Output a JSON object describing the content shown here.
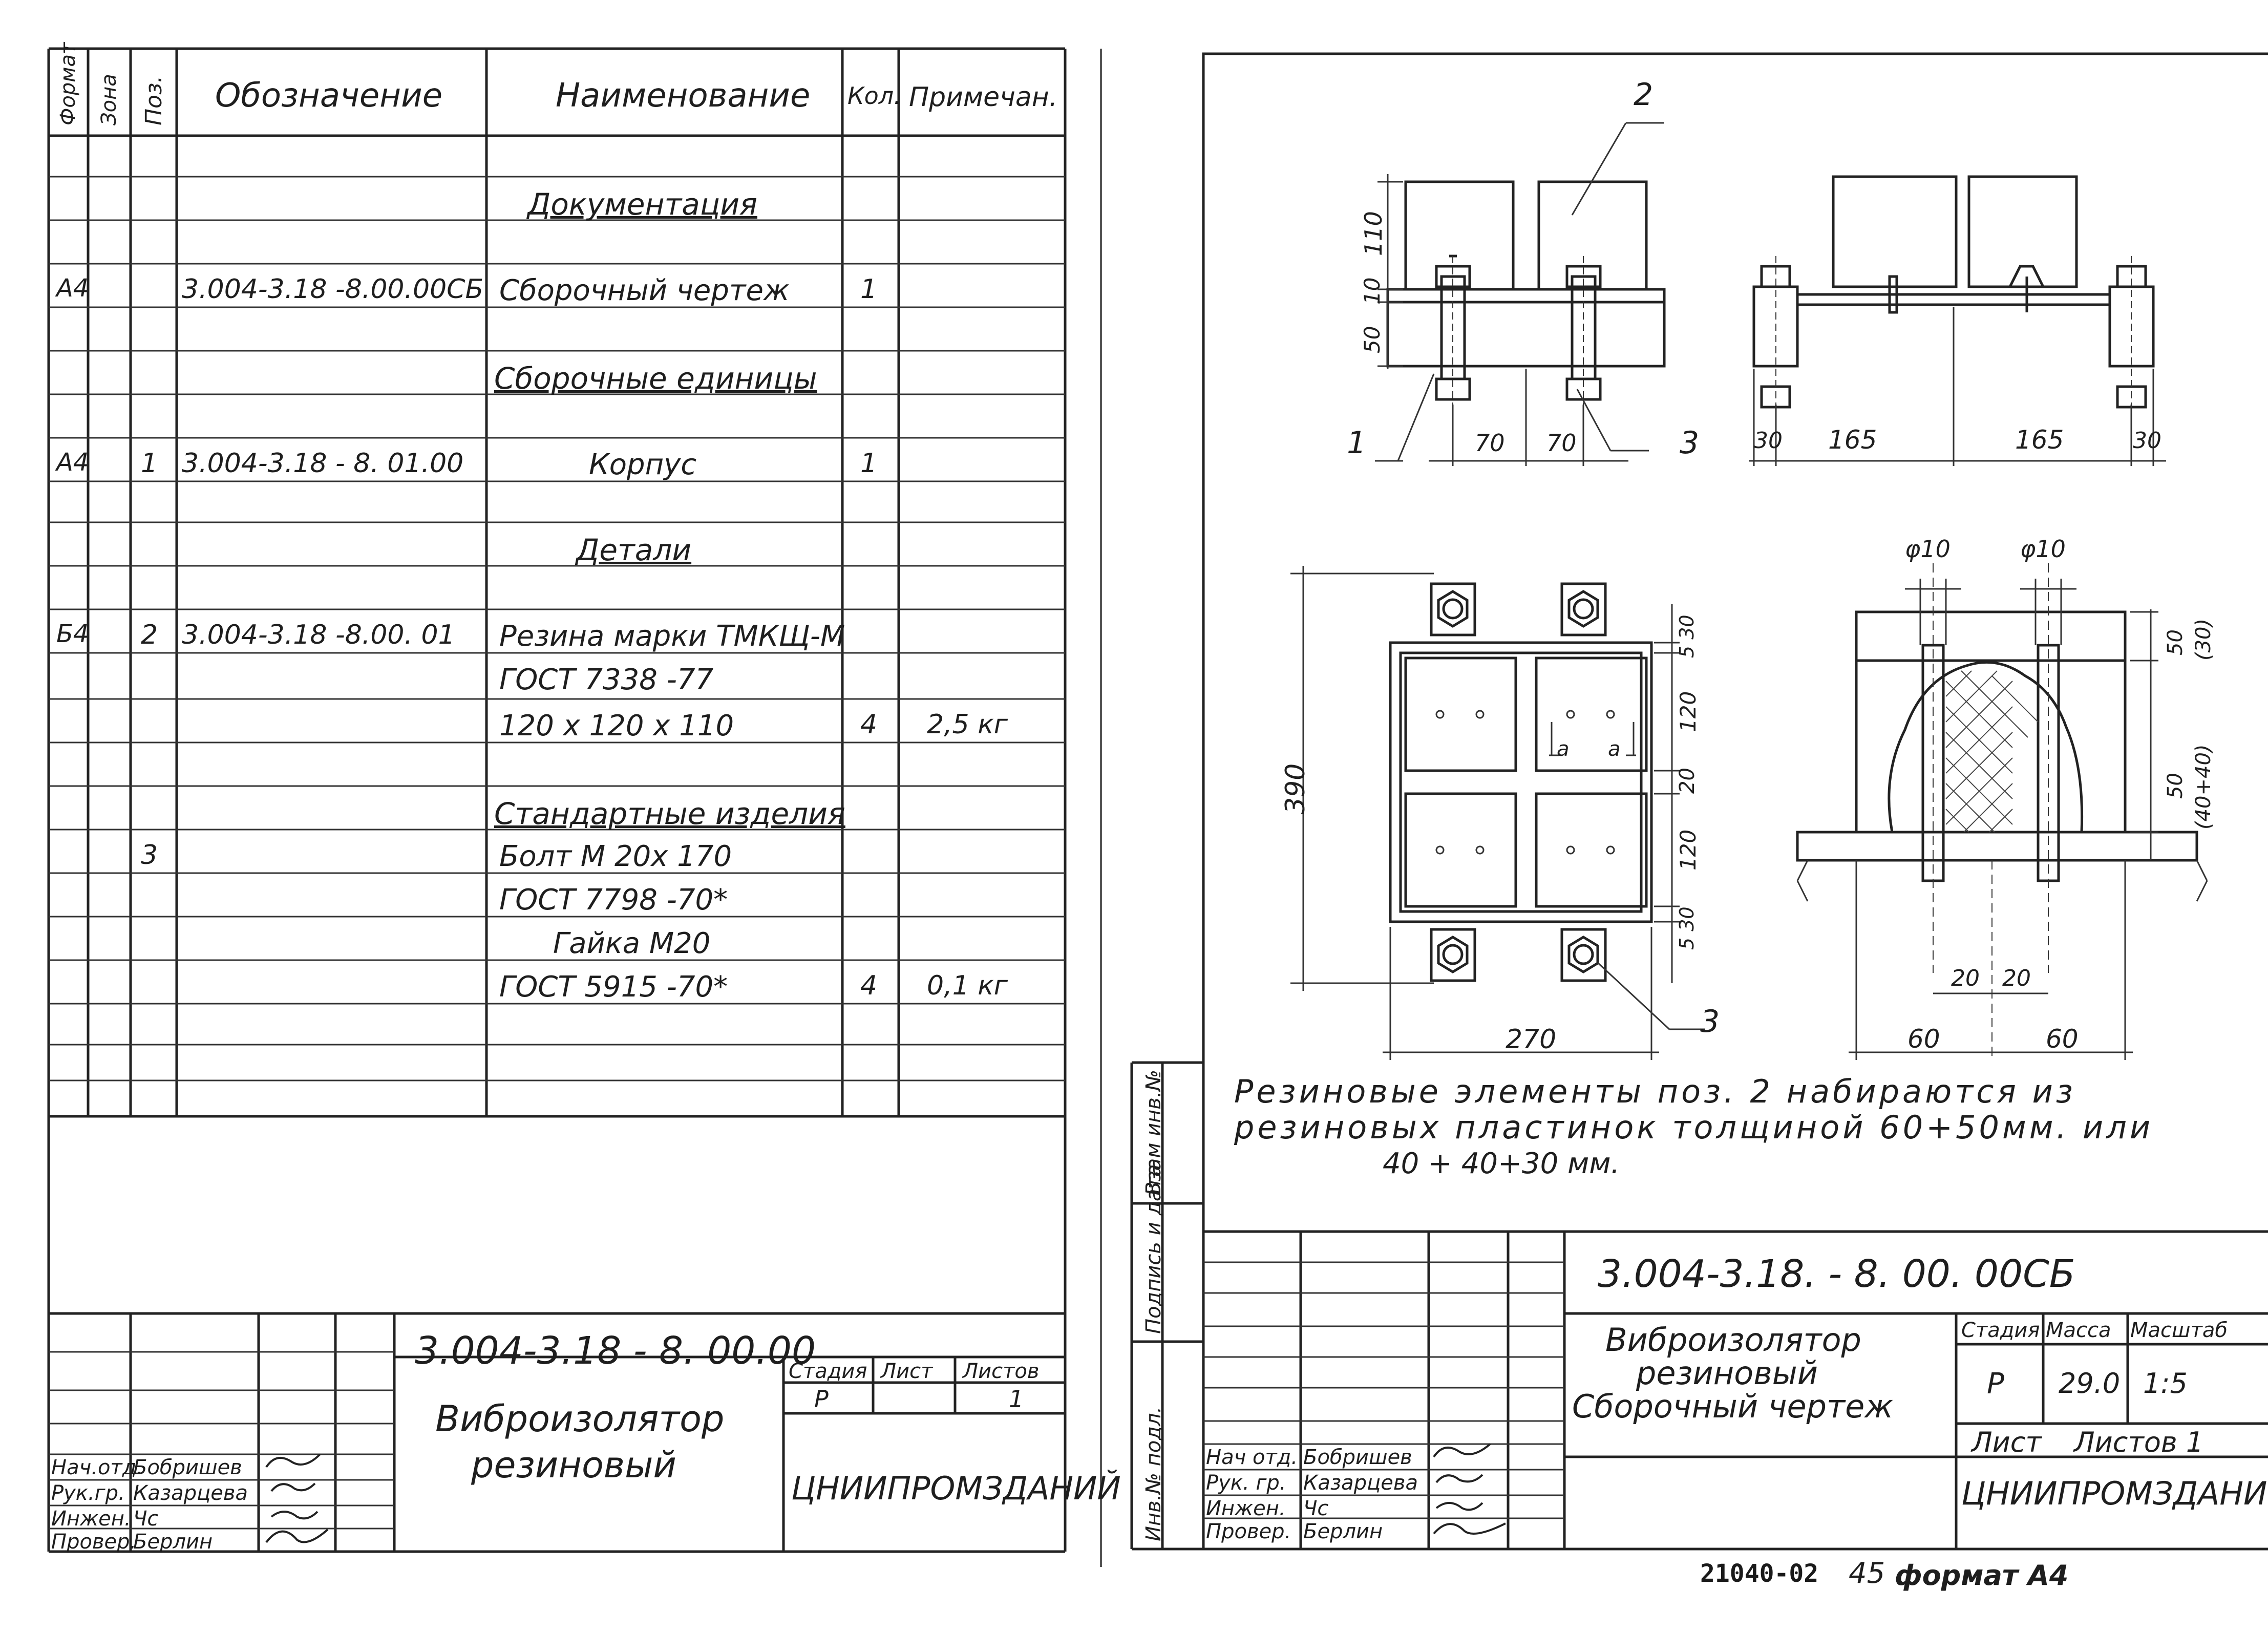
{
  "left_sheet": {
    "headers": {
      "format": "Формат",
      "zone": "Зона",
      "pos": "Поз.",
      "designation": "Обозначение",
      "name": "Наименование",
      "qty": "Кол.",
      "note": "Примечан."
    },
    "rows": [
      {
        "format": "",
        "pos": "",
        "designation": "",
        "name": "Документация",
        "qty": "",
        "note": ""
      },
      {
        "format": "А4",
        "pos": "",
        "designation": "3.004-3.18 -8.00.00СБ",
        "name": "Сборочный чертеж",
        "qty": "1",
        "note": ""
      },
      {
        "format": "",
        "pos": "",
        "designation": "",
        "name": "Сборочные единицы",
        "qty": "",
        "note": ""
      },
      {
        "format": "А4",
        "pos": "1",
        "designation": "3.004-3.18 - 8. 01.00",
        "name": "Корпус",
        "qty": "1",
        "note": ""
      },
      {
        "format": "",
        "pos": "",
        "designation": "",
        "name": "Детали",
        "qty": "",
        "note": ""
      },
      {
        "format": "Б4",
        "pos": "2",
        "designation": "3.004-3.18 -8.00. 01",
        "name": "Резина марки ТМКЩ-М",
        "qty": "",
        "note": ""
      },
      {
        "format": "",
        "pos": "",
        "designation": "",
        "name": "ГОСТ 7338 -77",
        "qty": "",
        "note": ""
      },
      {
        "format": "",
        "pos": "",
        "designation": "",
        "name": "120 х 120 х 110",
        "qty": "4",
        "note": "2,5 кг"
      },
      {
        "format": "",
        "pos": "",
        "designation": "",
        "name": "Стандартные изделия",
        "qty": "",
        "note": ""
      },
      {
        "format": "",
        "pos": "3",
        "designation": "",
        "name": "Болт М 20х 170",
        "qty": "",
        "note": ""
      },
      {
        "format": "",
        "pos": "",
        "designation": "",
        "name": "ГОСТ 7798 -70*",
        "qty": "",
        "note": ""
      },
      {
        "format": "",
        "pos": "",
        "designation": "",
        "name": "Гайка М20",
        "qty": "",
        "note": ""
      },
      {
        "format": "",
        "pos": "",
        "designation": "",
        "name": "ГОСТ 5915 -70*",
        "qty": "4",
        "note": "0,1 кг"
      }
    ],
    "title_block": {
      "code": "3.004-3.18 - 8. 00.00",
      "title_line1": "Виброизолятор",
      "title_line2": "резиновый",
      "stage_label": "Стадия",
      "sheet_label": "Лист",
      "sheets_label": "Листов",
      "stage": "Р",
      "sheets": "1",
      "org": "ЦНИИПРОМЗДАНИЙ",
      "people": [
        {
          "role": "Нач.отд.",
          "name": "Бобришев"
        },
        {
          "role": "Рук.гр.",
          "name": "Казарцева"
        },
        {
          "role": "Инжен.",
          "name": "Чс"
        },
        {
          "role": "Провер.",
          "name": "Берлин"
        }
      ]
    }
  },
  "right_sheet": {
    "side_labels": [
      "Инв.№ подл.",
      "Подпись и дата",
      "Взам инв.№"
    ],
    "dims": {
      "h110": "110",
      "h10": "10",
      "h50": "50",
      "w70a": "70",
      "w70b": "70",
      "w30a": "30",
      "w165a": "165",
      "w165b": "165",
      "w30b": "30",
      "h390": "390",
      "w270": "270",
      "s5_30": "5 30",
      "s120a": "120",
      "s20": "20",
      "s120b": "120",
      "s5_30b": "5 30",
      "phi10a": "φ10",
      "phi10b": "φ10",
      "r50": "50",
      "r30": "(30)",
      "r50b": "50",
      "r40_40": "(40+40)",
      "w20a": "20",
      "w20b": "20",
      "w60a": "60",
      "w60b": "60",
      "sec_a": "а"
    },
    "callouts": {
      "p1": "1",
      "p2": "2",
      "p3": "3",
      "p3b": "3"
    },
    "note_line1": "Резиновые элементы поз. 2 набираются из",
    "note_line2": "резиновых пластинок толщиной 60+50мм. или",
    "note_line3": "40 + 40+30 мм.",
    "title_block": {
      "code": "3.004-3.18. - 8. 00. 00СБ",
      "title_line1": "Виброизолятор",
      "title_line2": "резиновый",
      "title_line3": "Сборочный чертеж",
      "stage_label": "Стадия",
      "mass_label": "Масса",
      "scale_label": "Масштаб",
      "stage": "Р",
      "mass": "29.0",
      "scale": "1:5",
      "sheet_label": "Лист",
      "sheets_label": "Листов 1",
      "org": "ЦНИИПРОМЗДАНИЙ",
      "people": [
        {
          "role": "Нач отд.",
          "name": "Бобришев"
        },
        {
          "role": "Рук. гр.",
          "name": "Казарцева"
        },
        {
          "role": "Инжен.",
          "name": "Чс"
        },
        {
          "role": "Провер.",
          "name": "Берлин"
        }
      ]
    }
  },
  "footer": {
    "order_no": "21040-02",
    "page_no": "45",
    "format": "формат А4"
  }
}
